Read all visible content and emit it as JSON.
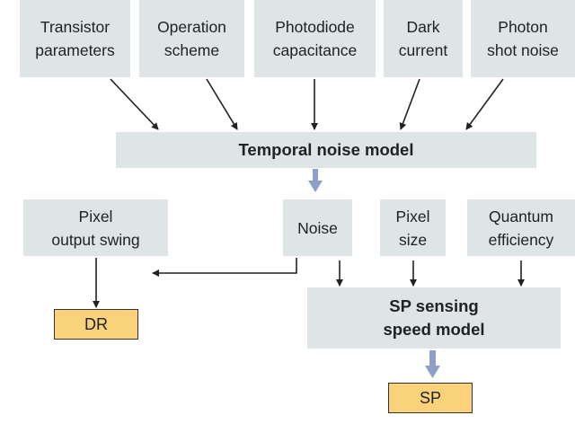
{
  "inputs": {
    "transistor": "Transistor\nparameters",
    "operation": "Operation\nscheme",
    "photodiode": "Photodiode\ncapacitance",
    "dark": "Dark\ncurrent",
    "shot": "Photon\nshot noise"
  },
  "temporal_model": "Temporal noise model",
  "mid": {
    "swing": "Pixel\noutput swing",
    "noise": "Noise",
    "pixel_size": "Pixel\nsize",
    "qe": "Quantum\nefficiency"
  },
  "sp_model": "SP sensing\nspeed model",
  "outputs": {
    "dr": "DR",
    "sp": "SP"
  },
  "colors": {
    "box": "#dfe4e6",
    "output": "#fbd27c",
    "thick_arrow": "#8fa0c8"
  }
}
